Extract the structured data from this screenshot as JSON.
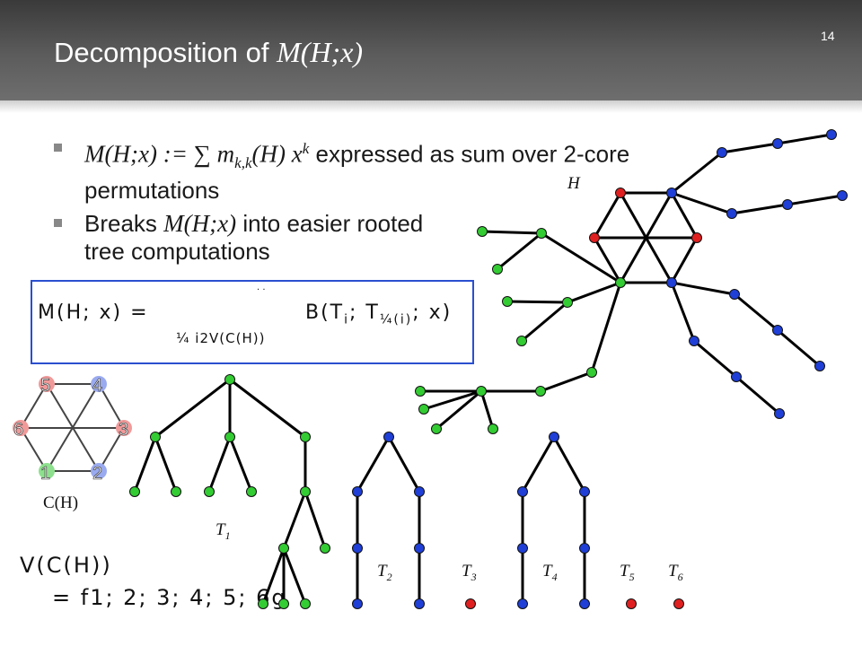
{
  "slide": {
    "title_prefix": "Decomposition of ",
    "title_math": "M(H;x)",
    "number": "14"
  },
  "bullets": [
    {
      "math_a": "M(H;x) := ∑ m",
      "sub": "k,k",
      "math_b": "(H) x",
      "sup": "k",
      "text": " expressed as sum over 2-core permutations"
    },
    {
      "text_a": "Breaks ",
      "math": "M(H;x)",
      "text_b": " into easier rooted tree computations"
    }
  ],
  "formula": {
    "lhs": "M(H; x) =",
    "rhs": "B(T",
    "rhs_i": "i",
    "rhs_mid": "; T",
    "rhs_sub": "¼(i)",
    "rhs_end": "; x)",
    "sub": "¼ i2V(C(H))",
    "dots": "·                ·"
  },
  "vertex_set": {
    "line1": "V(C(H))",
    "line2": "= f1; 2; 3; 4; 5; 6g"
  },
  "labels": {
    "H": "H",
    "CH": "C(H)",
    "trees": [
      {
        "t": "T",
        "s": "1"
      },
      {
        "t": "T",
        "s": "2"
      },
      {
        "t": "T",
        "s": "3"
      },
      {
        "t": "T",
        "s": "4"
      },
      {
        "t": "T",
        "s": "5"
      },
      {
        "t": "T",
        "s": "6"
      }
    ]
  },
  "core_numbers": [
    "1",
    "2",
    "3",
    "4",
    "5",
    "6"
  ],
  "colors": {
    "green": "#33cc33",
    "blue": "#1f3fd6",
    "red": "#e02020",
    "core_green": "#8ee08e",
    "core_blue": "#9aaaf0",
    "core_red": "#f09a9a",
    "box_border": "#2a4fcf"
  }
}
